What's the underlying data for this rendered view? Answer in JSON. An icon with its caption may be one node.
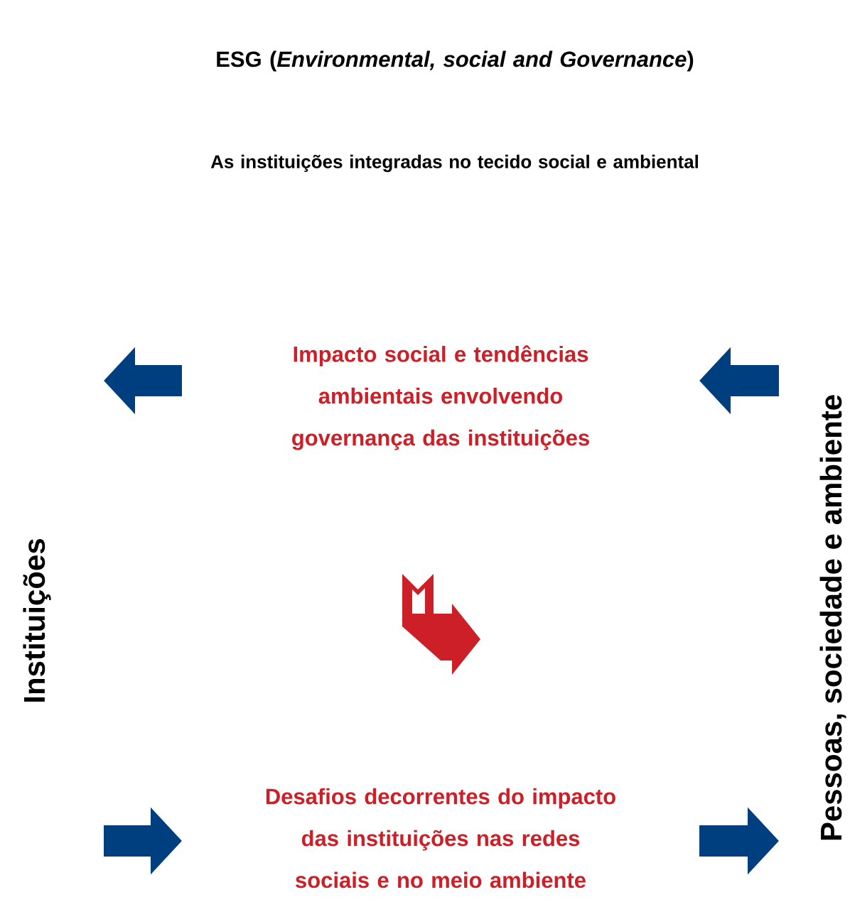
{
  "diagram": {
    "title": "ESG (*Environmental, social and Governance*)",
    "nodes": [
      {
        "text": [
          "Instituições"
        ]
      },
      {
        "text": [
          "Pessoas, sociedade e ambiente"
        ]
      },
      {
        "text": [
          "Impacto social e tendências ambientais envolvendo governança das instituições"
        ]
      },
      {
        "text": [
          "Desafios decorrentes do impacto das instituições nas redes sociais e no meio ambiente"
        ]
      }
    ],
    "labels": [
      "As instituições integradas no tecido social e ambiental"
    ]
  }
}
